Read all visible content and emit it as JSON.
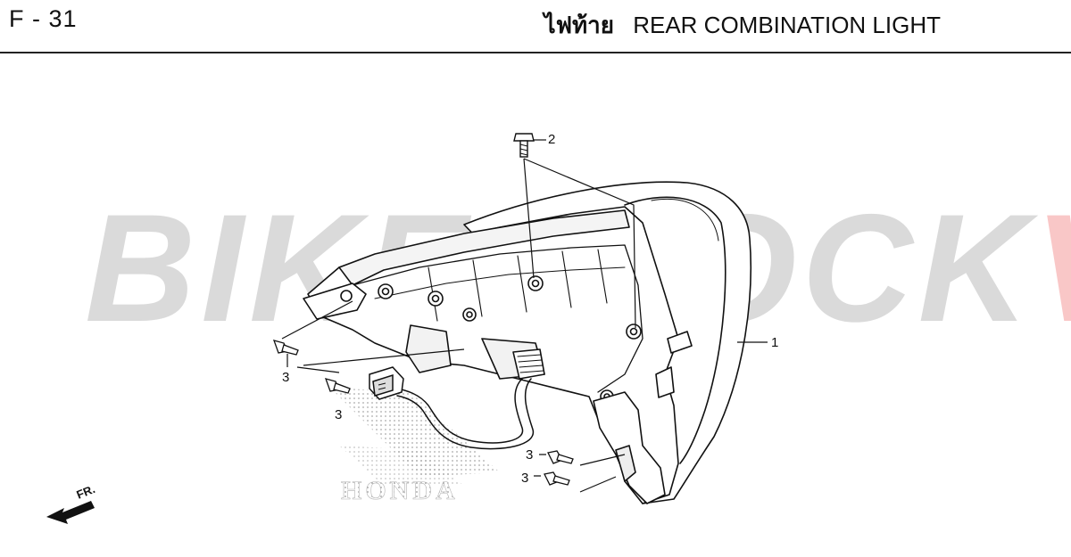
{
  "header": {
    "page_code": "F - 31",
    "title_thai": "ไฟท้าย",
    "title_en": "REAR COMBINATION LIGHT"
  },
  "watermark": {
    "part_a": "BIKESTOCK",
    "part_b": "VN",
    "colors": {
      "part_a": "#969696",
      "part_b": "#eb4646"
    }
  },
  "diagram": {
    "callouts": [
      {
        "id": "1",
        "label": "1"
      },
      {
        "id": "2",
        "label": "2"
      },
      {
        "id": "3a",
        "label": "3"
      },
      {
        "id": "3b",
        "label": "3"
      },
      {
        "id": "3c",
        "label": "3"
      },
      {
        "id": "3d",
        "label": "3"
      }
    ],
    "front_arrow_label": "FR.",
    "logo_text": "HONDA"
  }
}
